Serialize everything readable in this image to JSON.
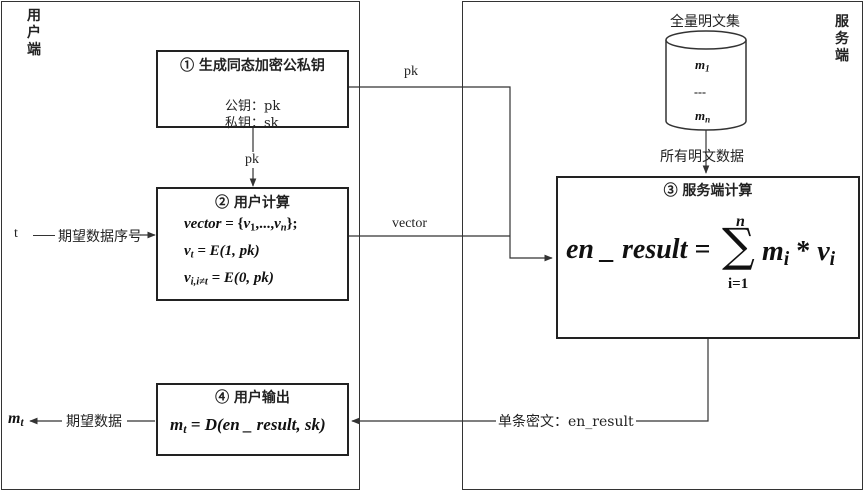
{
  "client_panel": {
    "label_chars": [
      "用",
      "户",
      "端"
    ]
  },
  "server_panel": {
    "label_chars": [
      "服",
      "务",
      "端"
    ]
  },
  "keygen": {
    "title": "① 生成同态加密公私钥",
    "public_key": "公钥：pk",
    "private_key": "私钥：sk"
  },
  "user_compute": {
    "title": "② 用户计算",
    "line1_var": "vector",
    "line1_eq": " = {",
    "line1_v1": "v",
    "line1_sub1": "1",
    "line1_mid": ",...,",
    "line1_vn": "v",
    "line1_subn": "n",
    "line1_end": "};",
    "line2_v": "v",
    "line2_sub": "t",
    "line2_rest": " = E(1, pk)",
    "line3_v": "v",
    "line3_sub": "i,i≠t",
    "line3_rest": " = E(0, pk)"
  },
  "server_compute": {
    "title": "③ 服务端计算",
    "lhs": "en _ result =",
    "sum_top": "n",
    "sum_sign": "∑",
    "sum_bottom": "i=1",
    "term_m": "m",
    "term_m_sub": "i",
    "term_op": " * ",
    "term_v": "v",
    "term_v_sub": "i"
  },
  "user_output": {
    "title": "④ 用户输出",
    "lhs_m": "m",
    "lhs_sub": "t",
    "rhs": " = D(en _ result, sk)"
  },
  "database": {
    "title": "全量明文集",
    "item_first": "m",
    "item_first_sub": "1",
    "item_dots": "---",
    "item_last": "m",
    "item_last_sub": "n",
    "caption": "所有明文数据"
  },
  "labels": {
    "pk_to_server": "pk",
    "pk_down": "pk",
    "vector": "vector",
    "input_t": "t",
    "input_desc": "期望数据序号",
    "ciphertext": "单条密文：en_result",
    "output_desc": "期望数据",
    "output_m": "m",
    "output_sub": "t"
  }
}
